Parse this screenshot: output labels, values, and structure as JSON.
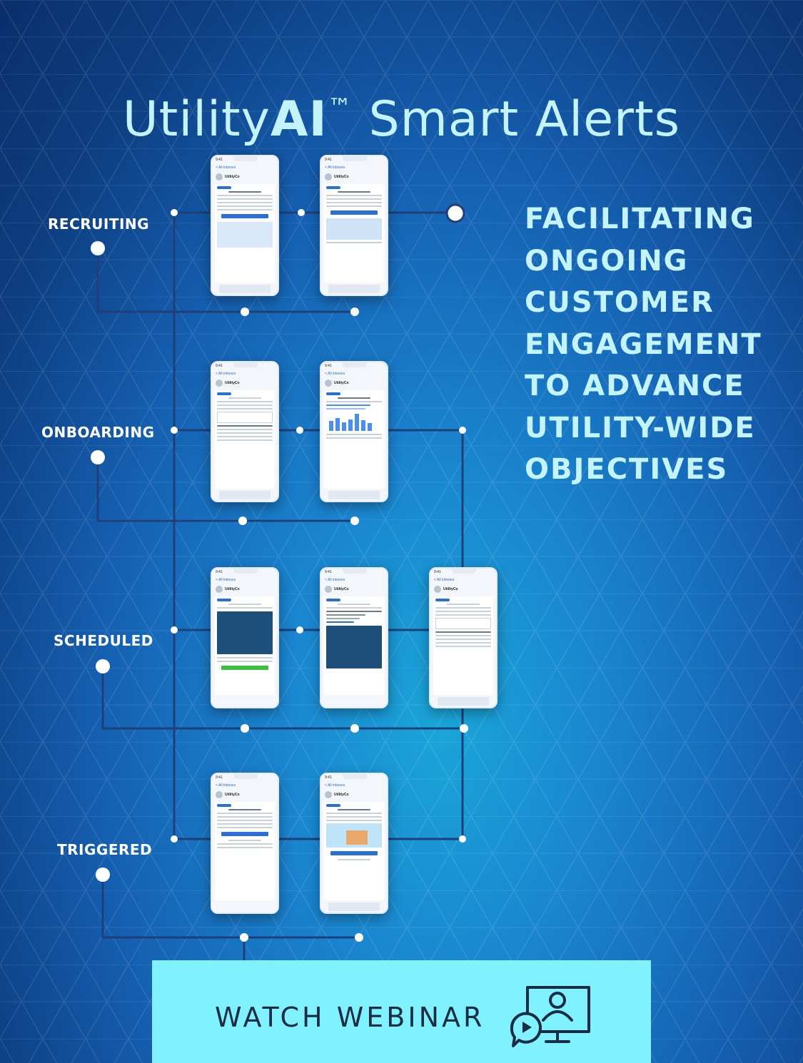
{
  "header": {
    "title_prefix": "Utility",
    "title_brand": "AI",
    "title_tm": "™",
    "title_suffix": " Smart Alerts"
  },
  "stages": [
    {
      "id": "recruiting",
      "label": "RECRUITING"
    },
    {
      "id": "onboarding",
      "label": "ONBOARDING"
    },
    {
      "id": "scheduled",
      "label": "SCHEDULED"
    },
    {
      "id": "triggered",
      "label": "TRIGGERED"
    }
  ],
  "tagline": [
    "FACILITATING",
    "ONGOING",
    "CUSTOMER",
    "ENGAGEMENT",
    "TO ADVANCE",
    "UTILITY-WIDE",
    "OBJECTIVES"
  ],
  "phone_ui": {
    "time": "9:41",
    "inbox": "< All inboxes",
    "sender": "UtilityCo"
  },
  "cta": {
    "label": "WATCH WEBINAR",
    "icon": "webinar-presenter-icon"
  },
  "colors": {
    "title": "#c4f4fb",
    "banner": "#7ff1ff",
    "banner_text": "#1b2d42",
    "line": "#1e3f7a"
  }
}
